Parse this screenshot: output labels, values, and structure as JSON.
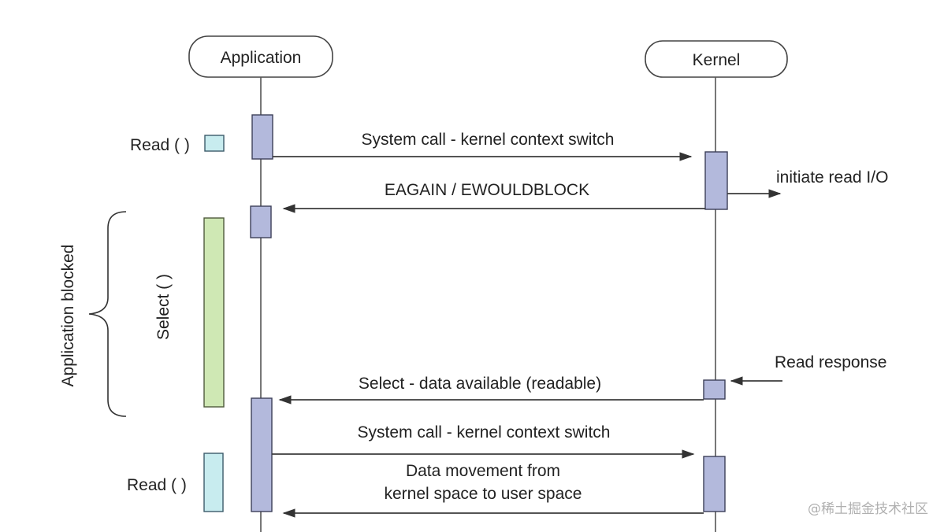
{
  "participants": {
    "application": "Application",
    "kernel": "Kernel"
  },
  "side_labels": {
    "read_top": "Read ( )",
    "select": "Select ( )",
    "read_bottom": "Read ( )",
    "blocked": "Application blocked"
  },
  "messages": {
    "syscall_1": "System call - kernel context switch",
    "eagain": "EAGAIN / EWOULDBLOCK",
    "initiate_read": "initiate read I/O",
    "read_response": "Read response",
    "select_available": "Select - data available (readable)",
    "syscall_2": "System call - kernel context switch",
    "data_movement_line1": "Data movement from",
    "data_movement_line2": "kernel space to user space"
  },
  "watermark": "@稀土掘金技术社区",
  "colors": {
    "activation_fill": "#b3b9dc",
    "activation_stroke": "#3c3f58",
    "read_box_fill": "#c8ecef",
    "select_bar_fill": "#cfe8b4",
    "line": "#3c3c3c"
  }
}
